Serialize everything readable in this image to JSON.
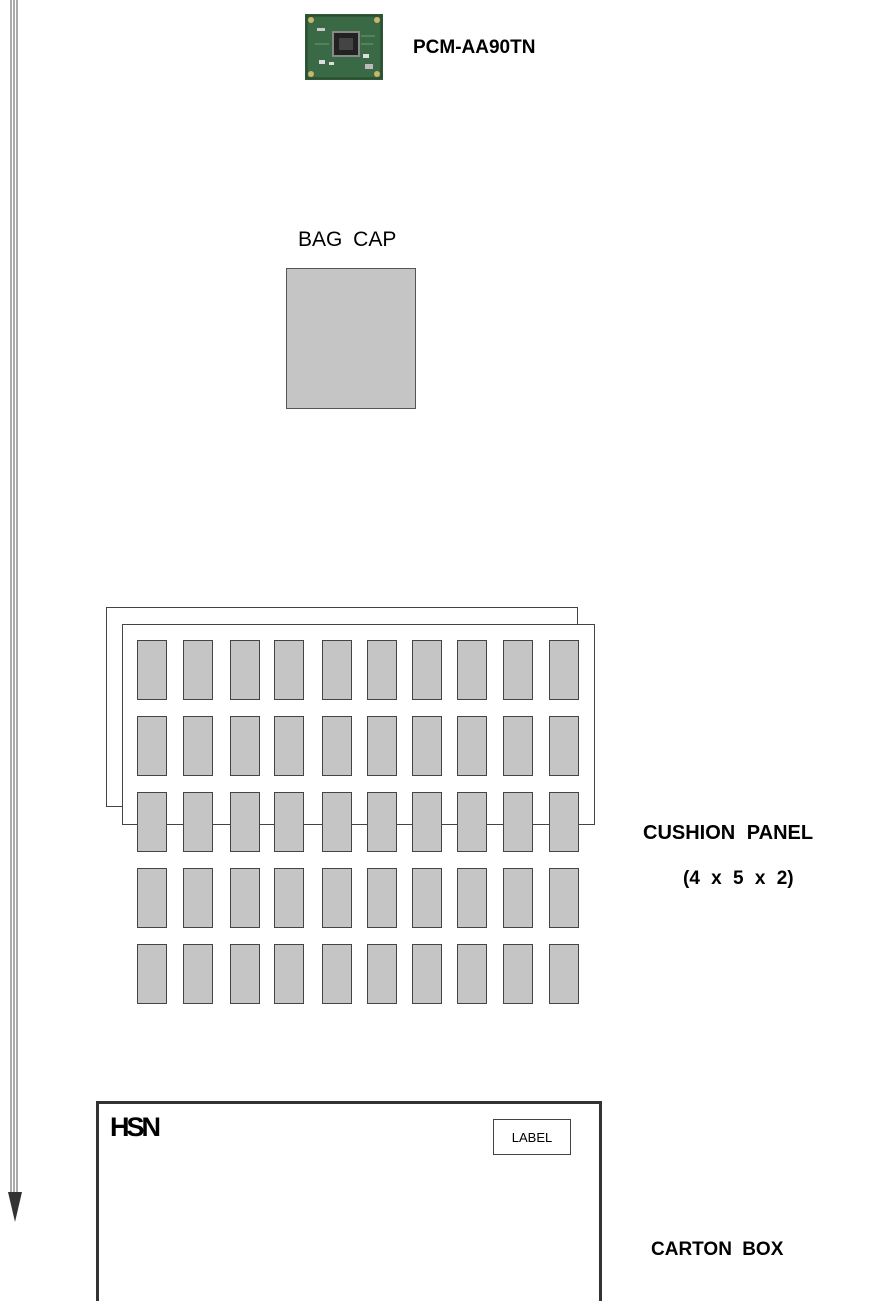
{
  "product": {
    "model": "PCM-AA90TN",
    "icon": "camera-module-pcb-photo"
  },
  "bag": {
    "label": "BAG CAP"
  },
  "cushion": {
    "label": "CUSHION PANEL",
    "quantity": "(4 x 5 x 2)",
    "rows": 5,
    "cols": 10
  },
  "carton": {
    "logo": "HSN",
    "label_tag": "LABEL",
    "label": "CARTON BOX"
  },
  "colors": {
    "fill_gray": "#c5c5c5",
    "pcb_green": "#2f5a38",
    "line": "#333333"
  }
}
